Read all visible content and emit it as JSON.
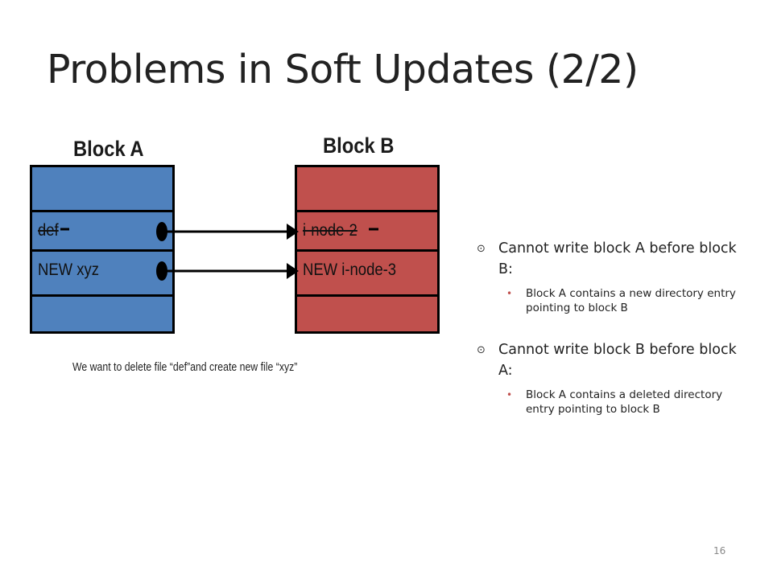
{
  "title": "Problems in Soft Updates (2/2)",
  "block_a": {
    "heading": "Block A",
    "entries": [
      "",
      "def",
      "NEW xyz",
      ""
    ],
    "color": "#4f81bd"
  },
  "block_b": {
    "heading": "Block B",
    "entries": [
      "",
      "i-node-2",
      "NEW i-node-3",
      ""
    ],
    "color": "#c0504d"
  },
  "caption": "We want to delete file “def”and create new file “xyz”",
  "bullets": [
    {
      "text": "Cannot write block A before block B:",
      "sub": "Block A contains a new directory entry pointing to block B"
    },
    {
      "text": "Cannot write block B before block A:",
      "sub": "Block A contains a deleted directory entry pointing to block B"
    }
  ],
  "page_number": "16",
  "icons": {
    "bullet": "circled-dot-icon",
    "sub_bullet": "dot-icon"
  }
}
